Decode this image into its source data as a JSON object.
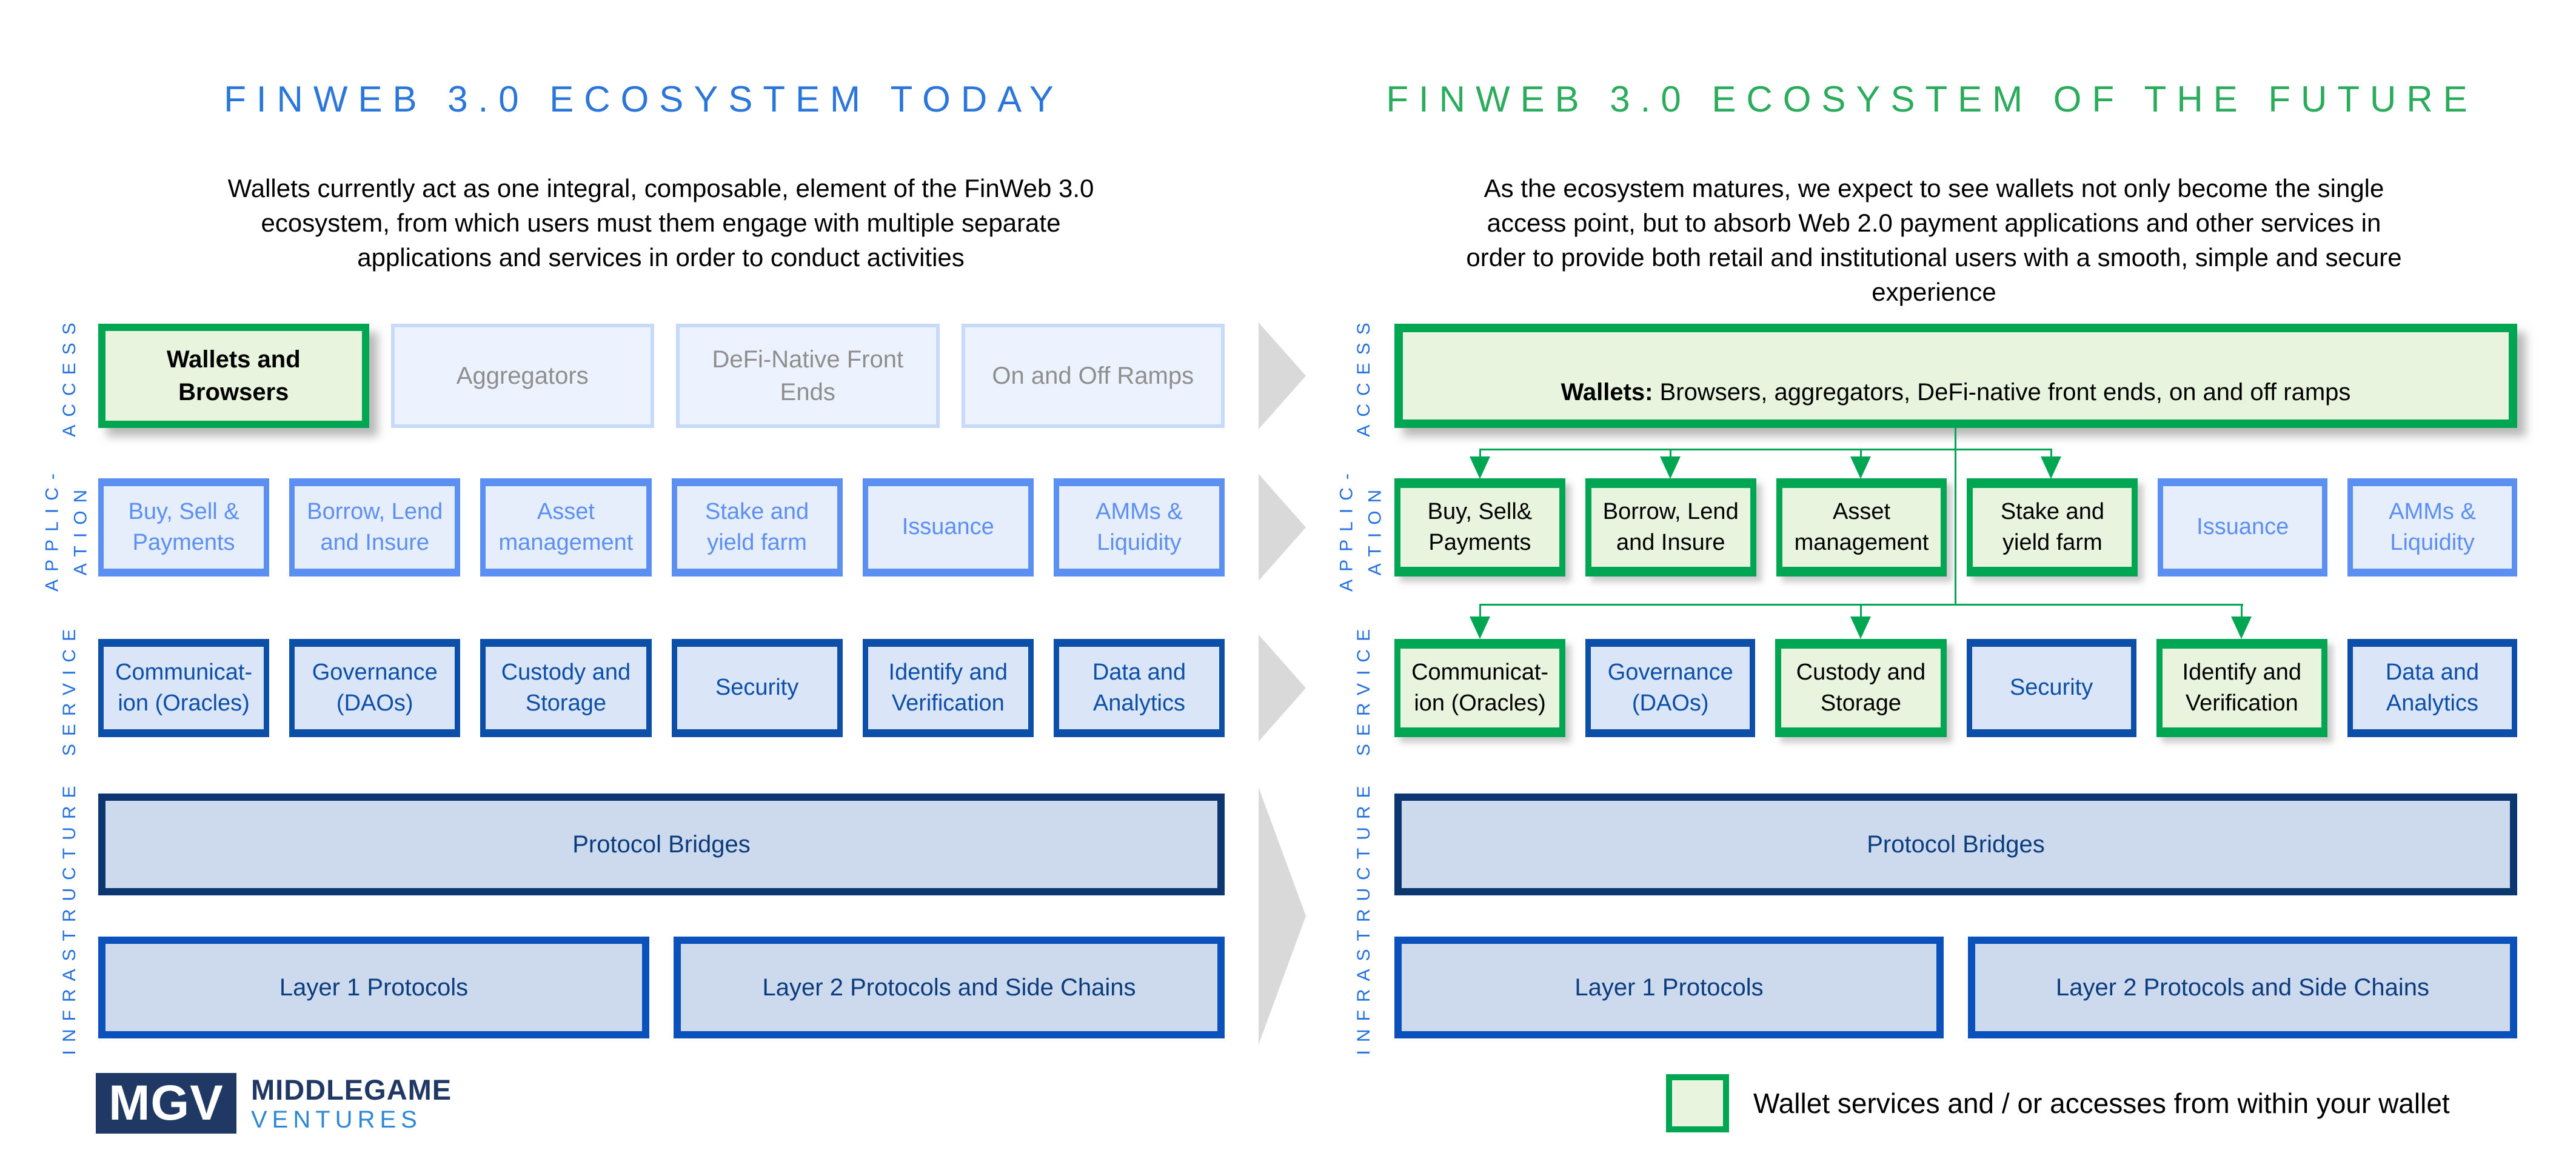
{
  "colors": {
    "title_blue": "#2A76DB",
    "title_green": "#2BAC5C",
    "green_border": "#00A651",
    "green_fill": "#E9F4DF",
    "label_blue": "#2470E0",
    "muted_fill": "#EDF3FE",
    "muted_border": "#C7DAF8",
    "muted_text": "#8E8E8E",
    "app_border": "#5B8FF2",
    "app_fill": "#E6EEFC",
    "service_border": "#0B4FA8",
    "service_fill": "#DAE5F7",
    "infra_fill": "#CDDAEE",
    "bridge_border": "#0B366F",
    "layer_border": "#0B51BB",
    "infra_text": "#0B3C7E",
    "arrow_gray": "#D9D9D9",
    "logo_navy": "#1F3864",
    "ventures_blue": "#2D87D3"
  },
  "left": {
    "title": "FINWEB 3.0 ECOSYSTEM TODAY",
    "subtitle": "Wallets currently act as one integral, composable, element of the FinWeb 3.0\necosystem, from which users must them engage with multiple separate\napplications and services in order to conduct activities",
    "labels": {
      "access": "ACCESS",
      "application": "APPLIC-\nATION",
      "service": "SERVICE",
      "infrastructure": "INFRASTRUCTURE"
    },
    "access_boxes": [
      "Wallets and\nBrowsers",
      "Aggregators",
      "DeFi-Native Front\nEnds",
      "On and Off Ramps"
    ],
    "application_boxes": [
      "Buy, Sell &\nPayments",
      "Borrow, Lend\nand Insure",
      "Asset\nmanagement",
      "Stake and\nyield farm",
      "Issuance",
      "AMMs &\nLiquidity"
    ],
    "service_boxes": [
      "Communicat-\nion (Oracles)",
      "Governance\n(DAOs)",
      "Custody and\nStorage",
      "Security",
      "Identify and\nVerification",
      "Data and\nAnalytics"
    ],
    "bridges": "Protocol Bridges",
    "layer1": "Layer 1 Protocols",
    "layer2": "Layer 2 Protocols and Side Chains"
  },
  "right": {
    "title": "FINWEB 3.0 ECOSYSTEM OF THE FUTURE",
    "subtitle": "As the ecosystem matures, we expect to see wallets not only become the single\naccess point, but to absorb Web 2.0 payment applications and other services in\norder to provide both retail and institutional users with a smooth, simple and secure\nexperience",
    "labels": {
      "access": "ACCESS",
      "application": "APPLIC-\nATION",
      "service": "SERVICE",
      "infrastructure": "INFRASTRUCTURE"
    },
    "wallets_bold": "Wallets:",
    "wallets_rest": " Browsers, aggregators, DeFi-native front ends, on and off ramps",
    "application_boxes": [
      "Buy, Sell&\nPayments",
      "Borrow, Lend\nand Insure",
      "Asset\nmanagement",
      "Stake and\nyield farm",
      "Issuance",
      "AMMs &\nLiquidity"
    ],
    "service_boxes": [
      "Communicat-\nion (Oracles)",
      "Governance\n(DAOs)",
      "Custody and\nStorage",
      "Security",
      "Identify and\nVerification",
      "Data and\nAnalytics"
    ],
    "bridges": "Protocol Bridges",
    "layer1": "Layer 1 Protocols",
    "layer2": "Layer 2 Protocols and Side Chains"
  },
  "legend": {
    "text": "Wallet services and / or accesses from within your wallet"
  },
  "logo": {
    "mark": "MGV",
    "line1": "MIDDLEGAME",
    "line2": "VENTURES"
  }
}
